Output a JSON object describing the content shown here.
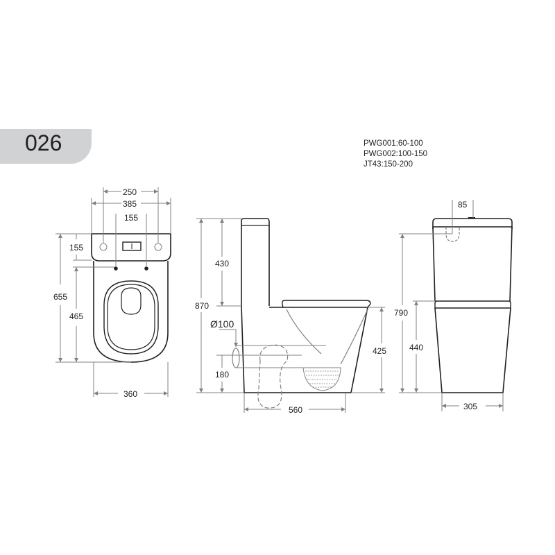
{
  "model_badge": {
    "label": "026",
    "color": "#d1d2d4"
  },
  "flush_pipes": [
    {
      "label": "PWG001:60-100"
    },
    {
      "label": "PWG002:100-150"
    },
    {
      "label": "JT43:150-200"
    }
  ],
  "top_view": {
    "dims": {
      "hole_spacing": "250",
      "cistern_width": "385",
      "fixing_spacing": "155",
      "cistern_depth": "155",
      "overall_length": "655",
      "bowl_length": "465",
      "bowl_width": "360"
    }
  },
  "side_view": {
    "dims": {
      "overall_height": "870",
      "cistern_height": "430",
      "pipe_diameter": "Ø100",
      "outlet_height": "180",
      "seat_height": "425",
      "base_length": "560"
    }
  },
  "front_view": {
    "dims": {
      "inlet_offset": "85",
      "inlet_height": "790",
      "bowl_height": "440",
      "base_width": "305"
    }
  },
  "colors": {
    "line": "#231f20",
    "dimension": "#808080"
  }
}
